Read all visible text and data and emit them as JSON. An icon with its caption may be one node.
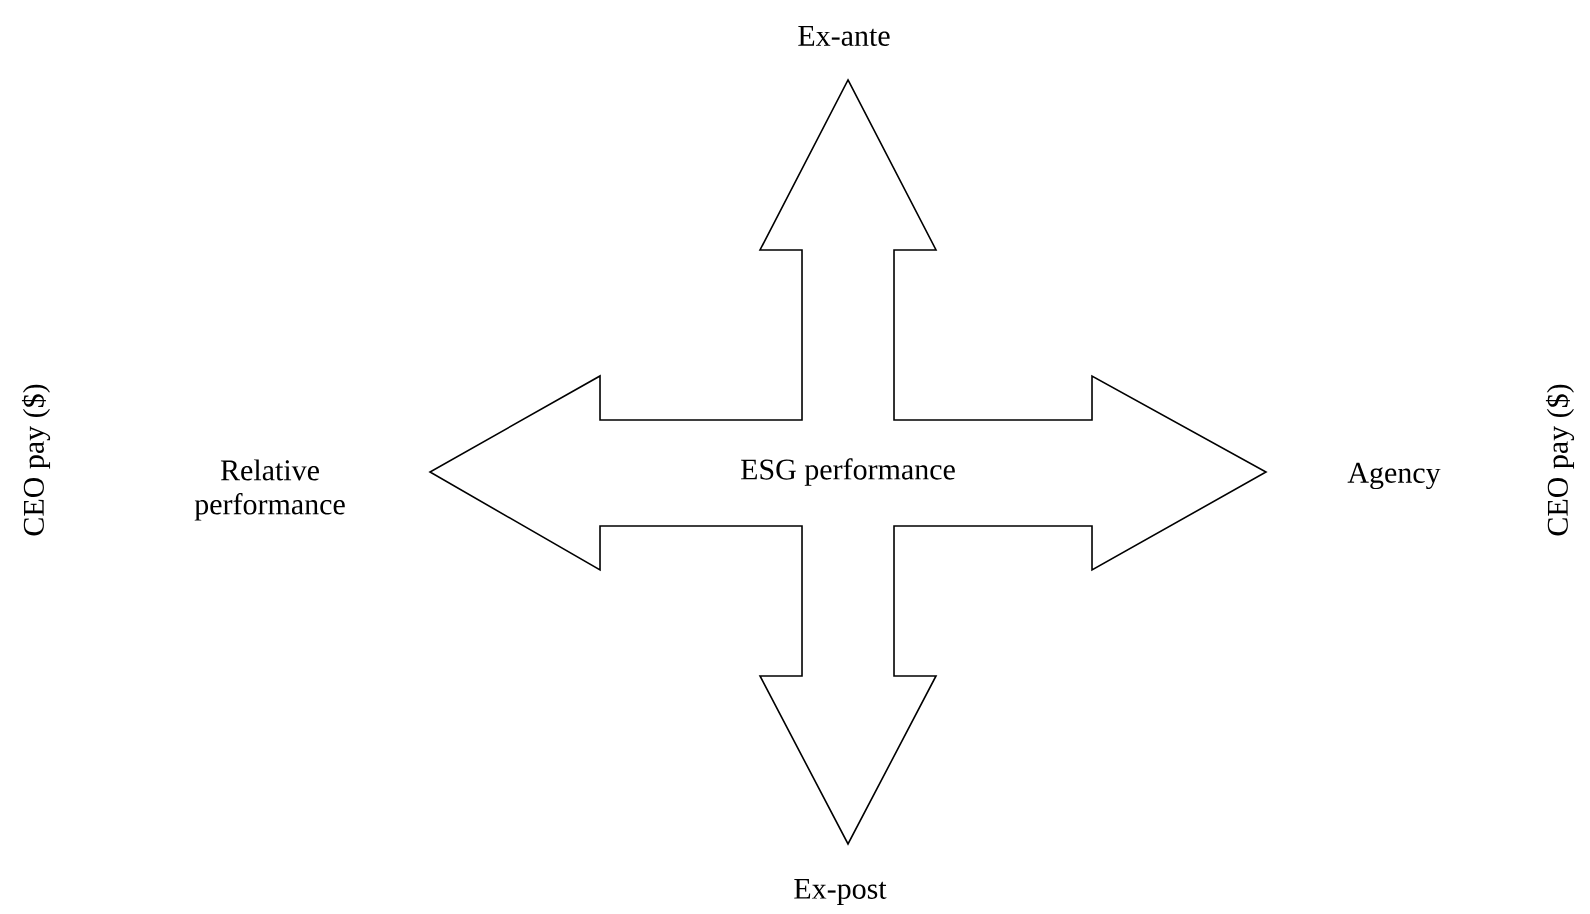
{
  "diagram": {
    "nodes": [
      {
        "text": [
          "ESG performance"
        ]
      }
    ],
    "labels": [
      "Ex-ante",
      "Relative performance",
      "Agency",
      "Ex-post",
      "CEO pay ($)",
      "CEO pay ($)"
    ]
  }
}
